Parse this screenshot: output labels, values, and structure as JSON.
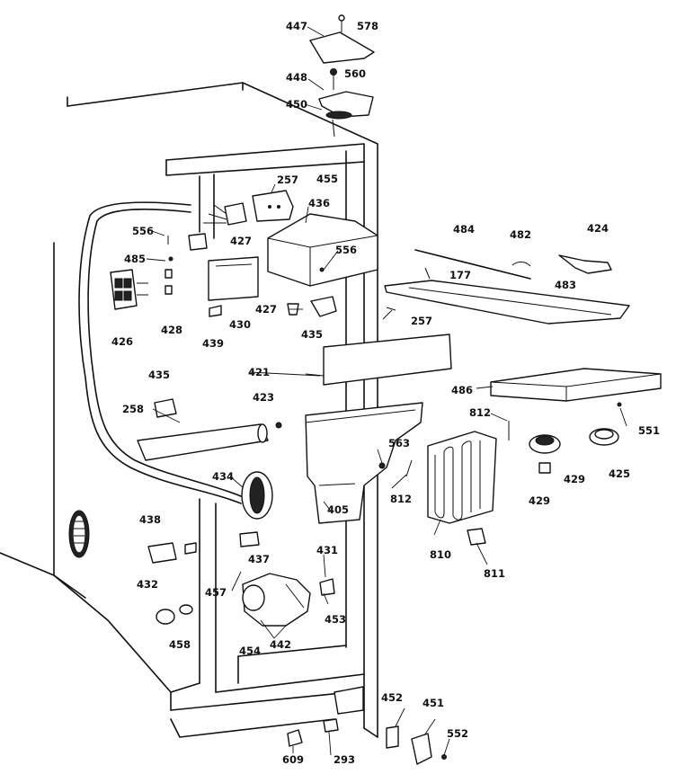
{
  "callouts": [
    {
      "id": "c447",
      "text": "447"
    },
    {
      "id": "c578",
      "text": "578"
    },
    {
      "id": "c448",
      "text": "448"
    },
    {
      "id": "c560",
      "text": "560"
    },
    {
      "id": "c450",
      "text": "450"
    },
    {
      "id": "c455",
      "text": "455"
    },
    {
      "id": "c257a",
      "text": "257"
    },
    {
      "id": "c436",
      "text": "436"
    },
    {
      "id": "c556a",
      "text": "556"
    },
    {
      "id": "c556b",
      "text": "556"
    },
    {
      "id": "c427a",
      "text": "427"
    },
    {
      "id": "c427b",
      "text": "427"
    },
    {
      "id": "c485",
      "text": "485"
    },
    {
      "id": "c426",
      "text": "426"
    },
    {
      "id": "c428",
      "text": "428"
    },
    {
      "id": "c439",
      "text": "439"
    },
    {
      "id": "c430",
      "text": "430"
    },
    {
      "id": "c435a",
      "text": "435"
    },
    {
      "id": "c435b",
      "text": "435"
    },
    {
      "id": "c484",
      "text": "484"
    },
    {
      "id": "c482",
      "text": "482"
    },
    {
      "id": "c424",
      "text": "424"
    },
    {
      "id": "c177",
      "text": "177"
    },
    {
      "id": "c483",
      "text": "483"
    },
    {
      "id": "c257b",
      "text": "257"
    },
    {
      "id": "c421",
      "text": "421"
    },
    {
      "id": "c486",
      "text": "486"
    },
    {
      "id": "c423",
      "text": "423"
    },
    {
      "id": "c258",
      "text": "258"
    },
    {
      "id": "c812a",
      "text": "812"
    },
    {
      "id": "c551",
      "text": "551"
    },
    {
      "id": "c563",
      "text": "563"
    },
    {
      "id": "c429a",
      "text": "429"
    },
    {
      "id": "c425",
      "text": "425"
    },
    {
      "id": "c812b",
      "text": "812"
    },
    {
      "id": "c429b",
      "text": "429"
    },
    {
      "id": "c434",
      "text": "434"
    },
    {
      "id": "c405",
      "text": "405"
    },
    {
      "id": "c810",
      "text": "810"
    },
    {
      "id": "c438",
      "text": "438"
    },
    {
      "id": "c437",
      "text": "437"
    },
    {
      "id": "c811",
      "text": "811"
    },
    {
      "id": "c431",
      "text": "431"
    },
    {
      "id": "c457",
      "text": "457"
    },
    {
      "id": "c432",
      "text": "432"
    },
    {
      "id": "c453",
      "text": "453"
    },
    {
      "id": "c442",
      "text": "442"
    },
    {
      "id": "c458",
      "text": "458"
    },
    {
      "id": "c454",
      "text": "454"
    },
    {
      "id": "c452",
      "text": "452"
    },
    {
      "id": "c451",
      "text": "451"
    },
    {
      "id": "c552",
      "text": "552"
    },
    {
      "id": "c609",
      "text": "609"
    },
    {
      "id": "c293",
      "text": "293"
    }
  ]
}
